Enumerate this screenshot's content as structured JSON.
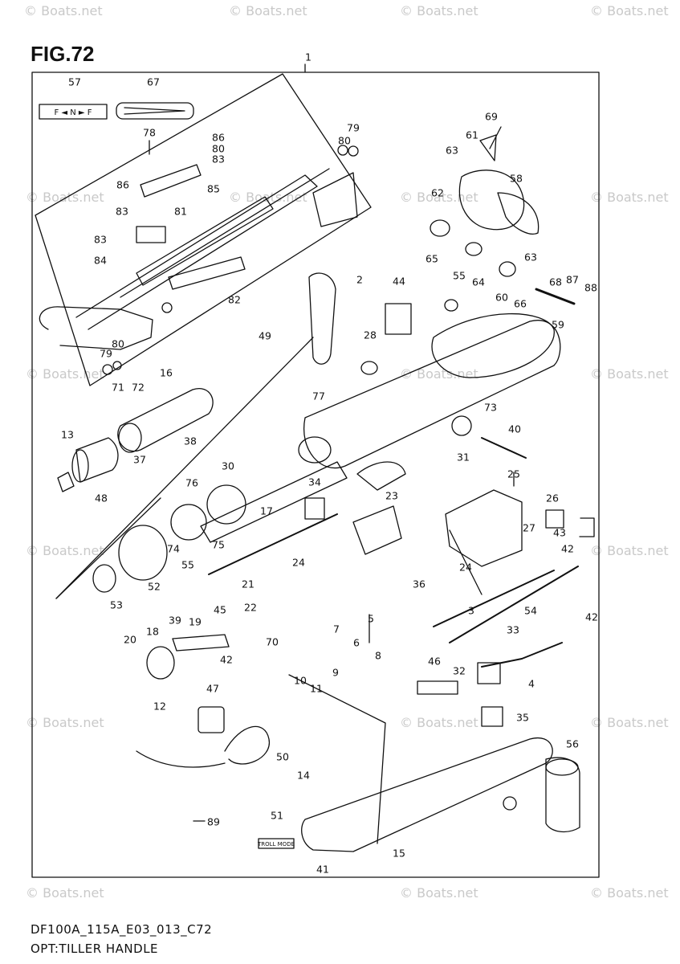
{
  "figure": {
    "title": "FIG.72",
    "caption_code": "DF100A_115A_E03_013_C72",
    "caption_name": "OPT:TILLER HANDLE",
    "watermark": "© Boats.net",
    "troll_mode_label": "TROLL MODE",
    "shift_label": "F ◄ N ► F"
  },
  "callouts": [
    {
      "id": "1",
      "label": "1"
    },
    {
      "id": "2",
      "label": "2"
    },
    {
      "id": "3",
      "label": "3"
    },
    {
      "id": "4",
      "label": "4"
    },
    {
      "id": "5",
      "label": "5"
    },
    {
      "id": "6",
      "label": "6"
    },
    {
      "id": "7",
      "label": "7"
    },
    {
      "id": "8",
      "label": "8"
    },
    {
      "id": "9",
      "label": "9"
    },
    {
      "id": "10",
      "label": "10"
    },
    {
      "id": "11",
      "label": "11"
    },
    {
      "id": "12",
      "label": "12"
    },
    {
      "id": "13",
      "label": "13"
    },
    {
      "id": "14",
      "label": "14"
    },
    {
      "id": "15",
      "label": "15"
    },
    {
      "id": "16",
      "label": "16"
    },
    {
      "id": "17",
      "label": "17"
    },
    {
      "id": "18",
      "label": "18"
    },
    {
      "id": "19",
      "label": "19"
    },
    {
      "id": "20",
      "label": "20"
    },
    {
      "id": "21",
      "label": "21"
    },
    {
      "id": "22",
      "label": "22"
    },
    {
      "id": "23",
      "label": "23"
    },
    {
      "id": "24a",
      "label": "24"
    },
    {
      "id": "24b",
      "label": "24"
    },
    {
      "id": "25",
      "label": "25"
    },
    {
      "id": "26",
      "label": "26"
    },
    {
      "id": "27",
      "label": "27"
    },
    {
      "id": "28",
      "label": "28"
    },
    {
      "id": "30",
      "label": "30"
    },
    {
      "id": "31",
      "label": "31"
    },
    {
      "id": "32",
      "label": "32"
    },
    {
      "id": "33",
      "label": "33"
    },
    {
      "id": "34",
      "label": "34"
    },
    {
      "id": "35",
      "label": "35"
    },
    {
      "id": "36",
      "label": "36"
    },
    {
      "id": "37",
      "label": "37"
    },
    {
      "id": "38",
      "label": "38"
    },
    {
      "id": "39",
      "label": "39"
    },
    {
      "id": "40",
      "label": "40"
    },
    {
      "id": "41",
      "label": "41"
    },
    {
      "id": "42a",
      "label": "42"
    },
    {
      "id": "42b",
      "label": "42"
    },
    {
      "id": "42c",
      "label": "42"
    },
    {
      "id": "43",
      "label": "43"
    },
    {
      "id": "44",
      "label": "44"
    },
    {
      "id": "45",
      "label": "45"
    },
    {
      "id": "46",
      "label": "46"
    },
    {
      "id": "47",
      "label": "47"
    },
    {
      "id": "48",
      "label": "48"
    },
    {
      "id": "49",
      "label": "49"
    },
    {
      "id": "50",
      "label": "50"
    },
    {
      "id": "51",
      "label": "51"
    },
    {
      "id": "52",
      "label": "52"
    },
    {
      "id": "53",
      "label": "53"
    },
    {
      "id": "54",
      "label": "54"
    },
    {
      "id": "55a",
      "label": "55"
    },
    {
      "id": "55b",
      "label": "55"
    },
    {
      "id": "56",
      "label": "56"
    },
    {
      "id": "57",
      "label": "57"
    },
    {
      "id": "58",
      "label": "58"
    },
    {
      "id": "59",
      "label": "59"
    },
    {
      "id": "60",
      "label": "60"
    },
    {
      "id": "61",
      "label": "61"
    },
    {
      "id": "62",
      "label": "62"
    },
    {
      "id": "63a",
      "label": "63"
    },
    {
      "id": "63b",
      "label": "63"
    },
    {
      "id": "64",
      "label": "64"
    },
    {
      "id": "65",
      "label": "65"
    },
    {
      "id": "66",
      "label": "66"
    },
    {
      "id": "67",
      "label": "67"
    },
    {
      "id": "68",
      "label": "68"
    },
    {
      "id": "69",
      "label": "69"
    },
    {
      "id": "70",
      "label": "70"
    },
    {
      "id": "71",
      "label": "71"
    },
    {
      "id": "72",
      "label": "72"
    },
    {
      "id": "73",
      "label": "73"
    },
    {
      "id": "74",
      "label": "74"
    },
    {
      "id": "75",
      "label": "75"
    },
    {
      "id": "76",
      "label": "76"
    },
    {
      "id": "77",
      "label": "77"
    },
    {
      "id": "78",
      "label": "78"
    },
    {
      "id": "79a",
      "label": "79"
    },
    {
      "id": "79b",
      "label": "79"
    },
    {
      "id": "80a",
      "label": "80"
    },
    {
      "id": "80b",
      "label": "80"
    },
    {
      "id": "80c",
      "label": "80"
    },
    {
      "id": "81",
      "label": "81"
    },
    {
      "id": "82",
      "label": "82"
    },
    {
      "id": "83a",
      "label": "83"
    },
    {
      "id": "83b",
      "label": "83"
    },
    {
      "id": "83c",
      "label": "83"
    },
    {
      "id": "84",
      "label": "84"
    },
    {
      "id": "85",
      "label": "85"
    },
    {
      "id": "86a",
      "label": "86"
    },
    {
      "id": "86b",
      "label": "86"
    },
    {
      "id": "87",
      "label": "87"
    },
    {
      "id": "88",
      "label": "88"
    },
    {
      "id": "89",
      "label": "89"
    }
  ]
}
